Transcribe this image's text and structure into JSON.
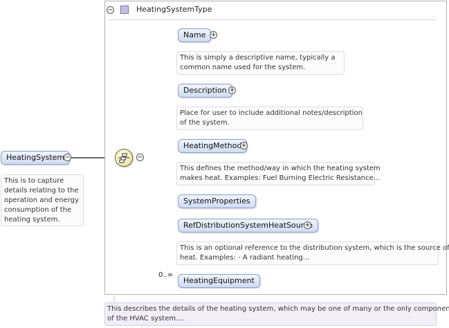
{
  "type": {
    "title": "HeatingSystemType",
    "collapse_symbol": "−",
    "swatch_color": "#c9bde6"
  },
  "root": {
    "label": "HeatingSystem",
    "collapse_symbol": "−",
    "doc": [
      "This is to capture",
      "details relating to the",
      "operation and energy",
      "consumption of the",
      "heating system."
    ]
  },
  "sequence": {
    "icon": "sequence-compositor-icon",
    "collapse_symbol": "−"
  },
  "children": [
    {
      "label": "Name",
      "expand_symbol": "+",
      "doc": [
        "This is simply a descriptive name, typically a",
        "common name used for the system."
      ]
    },
    {
      "label": "Description",
      "expand_symbol": "+",
      "doc": [
        "Place for user to include additional notes/description",
        "of the system."
      ]
    },
    {
      "label": "HeatingMethod",
      "expand_symbol": "+",
      "doc": [
        "This defines the method/way in which the heating system",
        "makes heat. Examples: Fuel Burning Electric Resistance..."
      ]
    },
    {
      "label": "SystemProperties"
    },
    {
      "label": "RefDistributionSystemHeatSource",
      "expand_symbol": "+",
      "doc": [
        "This is an optional reference to the distribution system, which is the source of",
        "heat. Examples: - A radiant heating..."
      ]
    },
    {
      "label": "HeatingEquipment",
      "occurrence": "0..∞"
    }
  ],
  "type_doc": [
    "This describes the details of the heating system, which may be one of many or the only component",
    "of the HVAC system...."
  ],
  "colors": {
    "node_border": "#8aa0c8",
    "node_fill": "#cfdcf2",
    "note_fill": "#f1eef7"
  }
}
